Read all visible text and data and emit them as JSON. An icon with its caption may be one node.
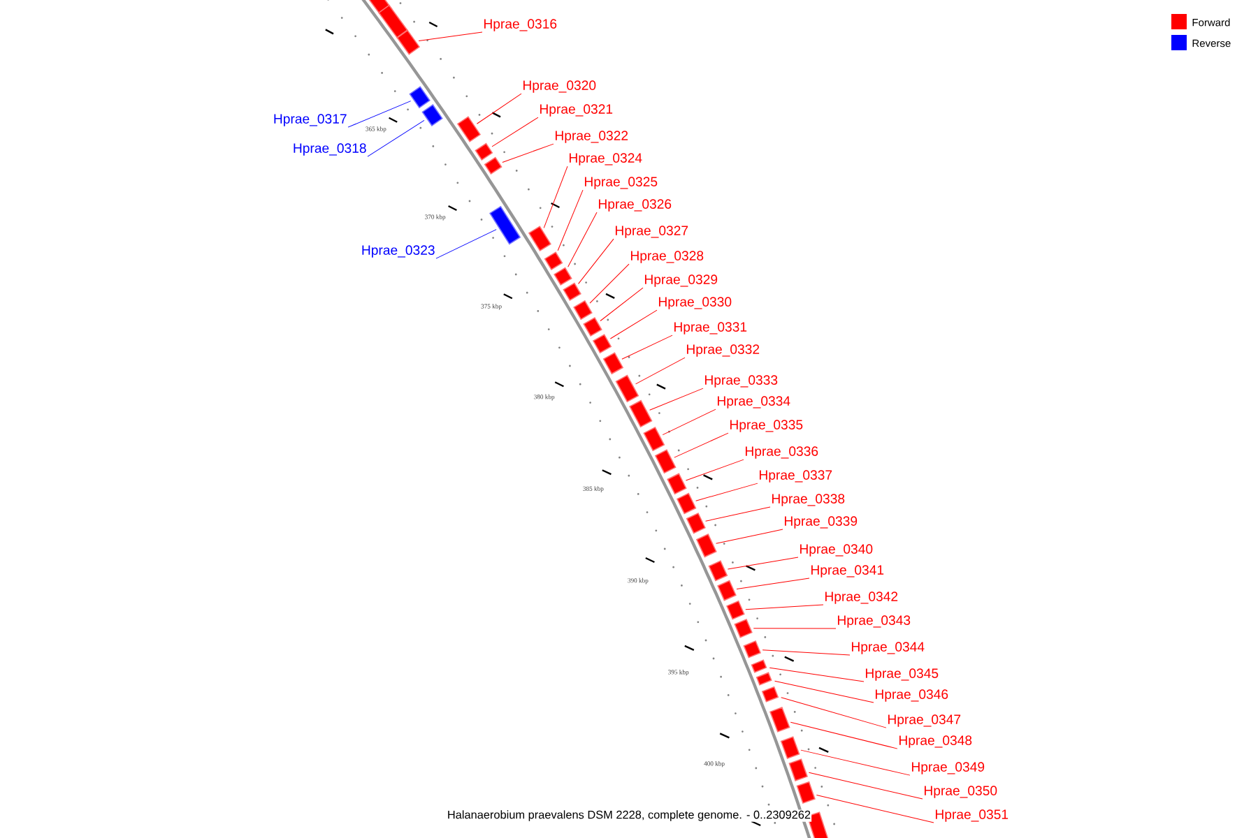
{
  "diagram": {
    "caption": "Halanaerobium praevalens DSM 2228, complete genome. - 0..2309262",
    "nodes": [
      {
        "text": [
          "Hprae_0316"
        ]
      },
      {
        "text": [],
        "shape": "box"
      },
      {
        "text": [
          "Hprae_0317"
        ]
      },
      {
        "text": [],
        "shape": "box"
      },
      {
        "text": [
          "Hprae_0318"
        ]
      },
      {
        "text": [],
        "shape": "box"
      },
      {
        "text": [
          "Hprae_0320"
        ]
      },
      {
        "text": [],
        "shape": "box"
      },
      {
        "text": [
          "Hprae_0321"
        ]
      },
      {
        "text": [],
        "shape": "box"
      },
      {
        "text": [
          "Hprae_0322"
        ]
      },
      {
        "text": [],
        "shape": "box"
      },
      {
        "text": [
          "Hprae_0323"
        ]
      },
      {
        "text": [],
        "shape": "box"
      },
      {
        "text": [
          "Hprae_0324"
        ]
      },
      {
        "text": [],
        "shape": "box"
      },
      {
        "text": [
          "Hprae_0325"
        ]
      },
      {
        "text": [],
        "shape": "box"
      },
      {
        "text": [
          "Hprae_0326"
        ]
      },
      {
        "text": [],
        "shape": "box"
      },
      {
        "text": [
          "Hprae_0327"
        ]
      },
      {
        "text": [],
        "shape": "box"
      },
      {
        "text": [
          "Hprae_0328"
        ]
      },
      {
        "text": [],
        "shape": "box"
      },
      {
        "text": [
          "Hprae_0329"
        ]
      },
      {
        "text": [],
        "shape": "box"
      },
      {
        "text": [
          "Hprae_0330"
        ]
      },
      {
        "text": [],
        "shape": "box"
      },
      {
        "text": [
          "Hprae_0331"
        ]
      },
      {
        "text": [],
        "shape": "box"
      },
      {
        "text": [
          "Hprae_0332"
        ]
      },
      {
        "text": [],
        "shape": "box"
      },
      {
        "text": [
          "Hprae_0333"
        ]
      },
      {
        "text": [],
        "shape": "box"
      },
      {
        "text": [
          "Hprae_0334"
        ]
      },
      {
        "text": [],
        "shape": "box"
      },
      {
        "text": [
          "Hprae_0335"
        ]
      },
      {
        "text": [],
        "shape": "box"
      },
      {
        "text": [
          "Hprae_0336"
        ]
      },
      {
        "text": [],
        "shape": "box"
      },
      {
        "text": [
          "Hprae_0337"
        ]
      },
      {
        "text": [],
        "shape": "box"
      },
      {
        "text": [
          "Hprae_0338"
        ]
      },
      {
        "text": [],
        "shape": "box"
      },
      {
        "text": [
          "Hprae_0339"
        ]
      },
      {
        "text": [],
        "shape": "box"
      },
      {
        "text": [
          "Hprae_0340"
        ]
      },
      {
        "text": [],
        "shape": "box"
      },
      {
        "text": [
          "Hprae_0341"
        ]
      },
      {
        "text": [],
        "shape": "box"
      },
      {
        "text": [
          "Hprae_0342"
        ]
      },
      {
        "text": [],
        "shape": "box"
      },
      {
        "text": [
          "Hprae_0343"
        ]
      },
      {
        "text": [],
        "shape": "box"
      },
      {
        "text": [
          "Hprae_0344"
        ]
      },
      {
        "text": [],
        "shape": "box"
      },
      {
        "text": [
          "Hprae_0345"
        ]
      },
      {
        "text": [],
        "shape": "box"
      },
      {
        "text": [
          "Hprae_0346"
        ]
      },
      {
        "text": [],
        "shape": "box"
      },
      {
        "text": [
          "Hprae_0347"
        ]
      },
      {
        "text": [],
        "shape": "box"
      },
      {
        "text": [
          "Hprae_0348"
        ]
      },
      {
        "text": [],
        "shape": "box"
      },
      {
        "text": [
          "Hprae_0349"
        ]
      },
      {
        "text": [],
        "shape": "box"
      },
      {
        "text": [
          "Hprae_0350"
        ]
      },
      {
        "text": [],
        "shape": "box"
      },
      {
        "text": [
          "Hprae_0351"
        ]
      },
      {
        "text": [],
        "shape": "box"
      }
    ],
    "edges": [
      {
        "from": 0,
        "to": 1,
        "arrow": "none"
      },
      {
        "from": 2,
        "to": 3,
        "arrow": "none",
        "color": "#0000ff"
      },
      {
        "from": 4,
        "to": 5,
        "arrow": "none",
        "color": "#0000ff"
      },
      {
        "from": 6,
        "to": 7,
        "arrow": "none"
      },
      {
        "from": 8,
        "to": 9,
        "arrow": "none"
      },
      {
        "from": 10,
        "to": 11,
        "arrow": "none"
      },
      {
        "from": 12,
        "to": 13,
        "arrow": "none",
        "color": "#0000ff"
      },
      {
        "from": 14,
        "to": 15,
        "arrow": "none"
      },
      {
        "from": 16,
        "to": 17,
        "arrow": "none"
      },
      {
        "from": 18,
        "to": 19,
        "arrow": "none"
      },
      {
        "from": 20,
        "to": 21,
        "arrow": "none"
      },
      {
        "from": 22,
        "to": 23,
        "arrow": "none"
      },
      {
        "from": 24,
        "to": 25,
        "arrow": "none"
      },
      {
        "from": 26,
        "to": 27,
        "arrow": "none"
      },
      {
        "from": 28,
        "to": 29,
        "arrow": "none"
      },
      {
        "from": 30,
        "to": 31,
        "arrow": "none"
      },
      {
        "from": 32,
        "to": 33,
        "arrow": "none"
      },
      {
        "from": 34,
        "to": 35,
        "arrow": "none"
      },
      {
        "from": 36,
        "to": 37,
        "arrow": "none"
      },
      {
        "from": 38,
        "to": 39,
        "arrow": "none"
      },
      {
        "from": 40,
        "to": 41,
        "arrow": "none"
      },
      {
        "from": 42,
        "to": 43,
        "arrow": "none"
      },
      {
        "from": 44,
        "to": 45,
        "arrow": "none"
      },
      {
        "from": 46,
        "to": 47,
        "arrow": "none"
      },
      {
        "from": 48,
        "to": 49,
        "arrow": "none"
      },
      {
        "from": 50,
        "to": 51,
        "arrow": "none"
      },
      {
        "from": 52,
        "to": 53,
        "arrow": "none"
      },
      {
        "from": 54,
        "to": 55,
        "arrow": "none"
      },
      {
        "from": 56,
        "to": 57,
        "arrow": "none"
      },
      {
        "from": 58,
        "to": 59,
        "arrow": "none"
      },
      {
        "from": 60,
        "to": 61,
        "arrow": "none"
      },
      {
        "from": 62,
        "to": 63,
        "arrow": "none"
      },
      {
        "from": 64,
        "to": 65,
        "arrow": "none"
      },
      {
        "from": 66,
        "to": 67,
        "arrow": "none"
      },
      {
        "from": 68,
        "to": 69,
        "arrow": "none"
      }
    ],
    "labels": [
      "365 kbp",
      "370 kbp",
      "375 kbp",
      "380 kbp",
      "385 kbp",
      "390 kbp",
      "395 kbp",
      "400 kbp"
    ],
    "legend": [
      {
        "text": "Forward",
        "color": "#ff0000"
      },
      {
        "text": "Reverse",
        "color": "#0000ff"
      }
    ]
  }
}
